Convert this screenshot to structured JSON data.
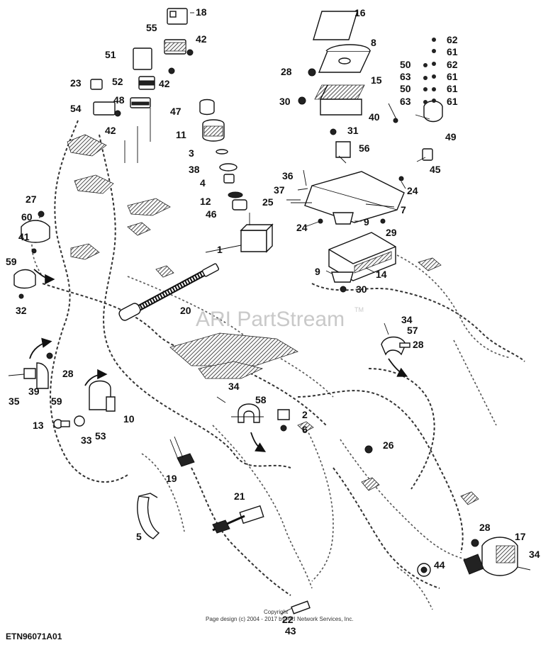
{
  "watermark": {
    "text": "ARI PartStream",
    "trademark": "TM"
  },
  "footer": {
    "copyright_line1": "Copyright",
    "copyright_line2": "Page design (c) 2004 - 2017 by ARI Network Services, Inc.",
    "diagram_code": "ETN96071A01"
  },
  "callouts": {
    "c1": "1",
    "c2": "2",
    "c3": "3",
    "c4": "4",
    "c5": "5",
    "c6": "6",
    "c7": "7",
    "c8": "8",
    "c9a": "9",
    "c9b": "9",
    "c10": "10",
    "c11": "11",
    "c12": "12",
    "c13": "13",
    "c14": "14",
    "c15": "15",
    "c16": "16",
    "c17": "17",
    "c18": "18",
    "c19": "19",
    "c20": "20",
    "c21": "21",
    "c22": "22",
    "c23": "23",
    "c24a": "24",
    "c24b": "24",
    "c25": "25",
    "c26": "26",
    "c27": "27",
    "c28a": "28",
    "c28b": "28",
    "c28c": "28",
    "c28d": "28",
    "c29": "29",
    "c30a": "30",
    "c30b": "30",
    "c31": "31",
    "c32": "32",
    "c33": "33",
    "c34a": "34",
    "c34b": "34",
    "c34c": "34",
    "c35": "35",
    "c36": "36",
    "c37": "37",
    "c38": "38",
    "c39": "39",
    "c40": "40",
    "c41": "41",
    "c42a": "42",
    "c42b": "42",
    "c42c": "42",
    "c43": "43",
    "c44": "44",
    "c45": "45",
    "c46": "46",
    "c47": "47",
    "c48": "48",
    "c49": "49",
    "c50a": "50",
    "c50b": "50",
    "c51": "51",
    "c52": "52",
    "c53": "53",
    "c54": "54",
    "c55": "55",
    "c56": "56",
    "c57": "57",
    "c58": "58",
    "c59a": "59",
    "c59b": "59",
    "c60": "60",
    "c61a": "61",
    "c61b": "61",
    "c61c": "61",
    "c61d": "61",
    "c62a": "62",
    "c62b": "62",
    "c63a": "63",
    "c63b": "63"
  }
}
